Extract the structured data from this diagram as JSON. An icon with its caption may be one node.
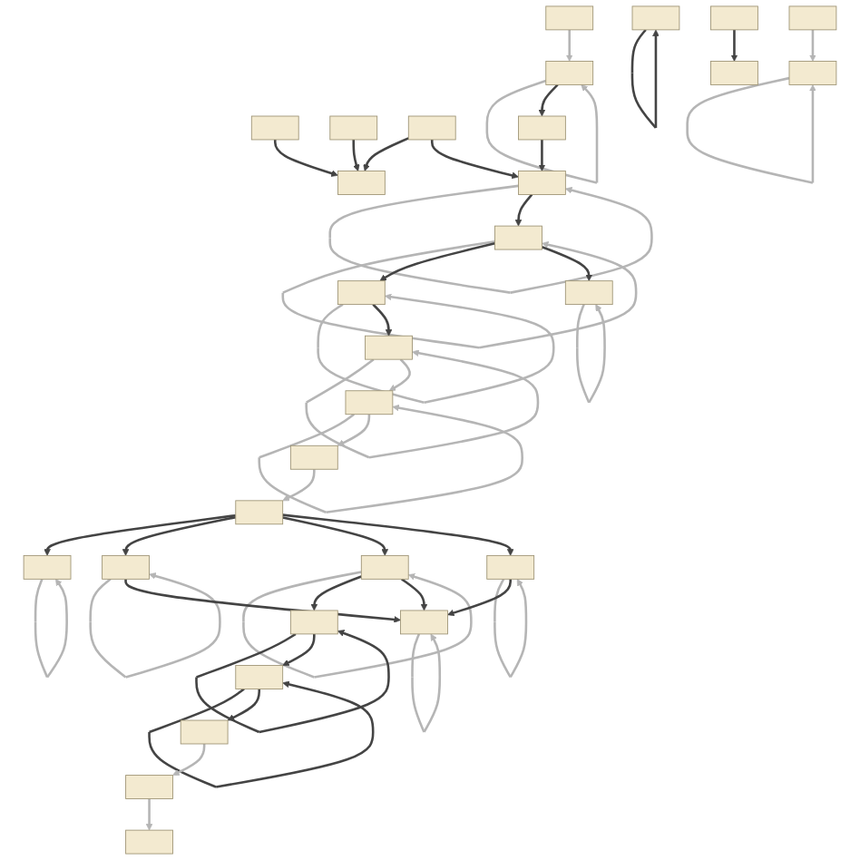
{
  "diagram": {
    "nodes": [
      {
        "text": [],
        "shape": "box"
      },
      {
        "text": [],
        "shape": "box"
      },
      {
        "text": [],
        "shape": "box"
      },
      {
        "text": [],
        "shape": "box"
      },
      {
        "text": [],
        "shape": "box"
      },
      {
        "text": [],
        "shape": "box"
      },
      {
        "text": [],
        "shape": "box"
      },
      {
        "text": [],
        "shape": "box"
      },
      {
        "text": [],
        "shape": "box"
      },
      {
        "text": [],
        "shape": "box"
      },
      {
        "text": [],
        "shape": "box"
      },
      {
        "text": [],
        "shape": "box"
      },
      {
        "text": [],
        "shape": "box"
      },
      {
        "text": [],
        "shape": "box"
      },
      {
        "text": [],
        "shape": "box"
      },
      {
        "text": [],
        "shape": "box"
      },
      {
        "text": [],
        "shape": "box"
      },
      {
        "text": [],
        "shape": "box"
      },
      {
        "text": [],
        "shape": "box"
      },
      {
        "text": [],
        "shape": "box"
      },
      {
        "text": [],
        "shape": "box"
      },
      {
        "text": [],
        "shape": "box"
      },
      {
        "text": [],
        "shape": "box"
      },
      {
        "text": [],
        "shape": "box"
      },
      {
        "text": [],
        "shape": "box"
      },
      {
        "text": [],
        "shape": "box"
      },
      {
        "text": [],
        "shape": "box"
      },
      {
        "text": [],
        "shape": "box"
      },
      {
        "text": [],
        "shape": "box"
      },
      {
        "text": [],
        "shape": "box"
      }
    ],
    "edges": [
      {
        "from": 0,
        "to": 2,
        "arrow": "to"
      },
      {
        "from": 1,
        "to": 2,
        "arrow": "to"
      },
      {
        "from": 4,
        "to": 2,
        "arrow": "to"
      },
      {
        "from": 3,
        "to": 5,
        "arrow": "to",
        "color": "#b5b5b5"
      },
      {
        "from": 5,
        "to": 5,
        "arrow": "to",
        "color": "#b5b5b5"
      },
      {
        "from": 5,
        "to": 6,
        "arrow": "to"
      },
      {
        "from": 6,
        "to": 7,
        "arrow": "to"
      },
      {
        "from": 4,
        "to": 7,
        "arrow": "to"
      },
      {
        "from": 7,
        "to": 7,
        "arrow": "to",
        "color": "#b5b5b5"
      },
      {
        "from": 7,
        "to": 8,
        "arrow": "to"
      },
      {
        "from": 8,
        "to": 8,
        "arrow": "to",
        "color": "#b5b5b5"
      },
      {
        "from": 8,
        "to": 9,
        "arrow": "to"
      },
      {
        "from": 9,
        "to": 9,
        "arrow": "to",
        "color": "#b5b5b5"
      },
      {
        "from": 9,
        "to": 10,
        "arrow": "to"
      },
      {
        "from": 10,
        "to": 10,
        "arrow": "to",
        "color": "#b5b5b5"
      },
      {
        "from": 10,
        "to": 11,
        "arrow": "to",
        "color": "#b5b5b5"
      },
      {
        "from": 11,
        "to": 11,
        "arrow": "to",
        "color": "#b5b5b5"
      },
      {
        "from": 11,
        "to": 12,
        "arrow": "to",
        "color": "#b5b5b5"
      },
      {
        "from": 12,
        "to": 14,
        "arrow": "to",
        "color": "#b5b5b5"
      },
      {
        "from": 14,
        "to": 15,
        "arrow": "to"
      },
      {
        "from": 14,
        "to": 16,
        "arrow": "to"
      },
      {
        "from": 14,
        "to": 17,
        "arrow": "to"
      },
      {
        "from": 14,
        "to": 18,
        "arrow": "to"
      },
      {
        "from": 15,
        "to": 15,
        "arrow": "to",
        "color": "#b5b5b5"
      },
      {
        "from": 16,
        "to": 16,
        "arrow": "to",
        "color": "#b5b5b5"
      },
      {
        "from": 17,
        "to": 17,
        "arrow": "to",
        "color": "#b5b5b5"
      },
      {
        "from": 18,
        "to": 18,
        "arrow": "to",
        "color": "#b5b5b5"
      },
      {
        "from": 16,
        "to": 25,
        "arrow": "to"
      },
      {
        "from": 17,
        "to": 20,
        "arrow": "to"
      },
      {
        "from": 17,
        "to": 25,
        "arrow": "to"
      },
      {
        "from": 18,
        "to": 25,
        "arrow": "to"
      },
      {
        "from": 19,
        "to": 19,
        "arrow": "to"
      },
      {
        "from": 20,
        "to": 20,
        "arrow": "to"
      },
      {
        "from": 20,
        "to": 21,
        "arrow": "to"
      },
      {
        "from": 21,
        "to": 21,
        "arrow": "to"
      },
      {
        "from": 21,
        "to": 22,
        "arrow": "to"
      },
      {
        "from": 22,
        "to": 23,
        "arrow": "to",
        "color": "#b5b5b5"
      },
      {
        "from": 8,
        "to": 26,
        "arrow": "to"
      },
      {
        "from": 24,
        "to": 24,
        "arrow": "to",
        "color": "#b5b5b5"
      },
      {
        "from": 25,
        "to": 25,
        "arrow": "to",
        "color": "#b5b5b5"
      },
      {
        "from": 26,
        "to": 26,
        "arrow": "to",
        "color": "#b5b5b5"
      },
      {
        "from": 28,
        "to": 27,
        "arrow": "to"
      },
      {
        "from": 13,
        "to": 24,
        "arrow": "to",
        "color": "#b5b5b5"
      },
      {
        "from": 23,
        "to": 29,
        "arrow": "to",
        "color": "#b5b5b5"
      }
    ]
  }
}
